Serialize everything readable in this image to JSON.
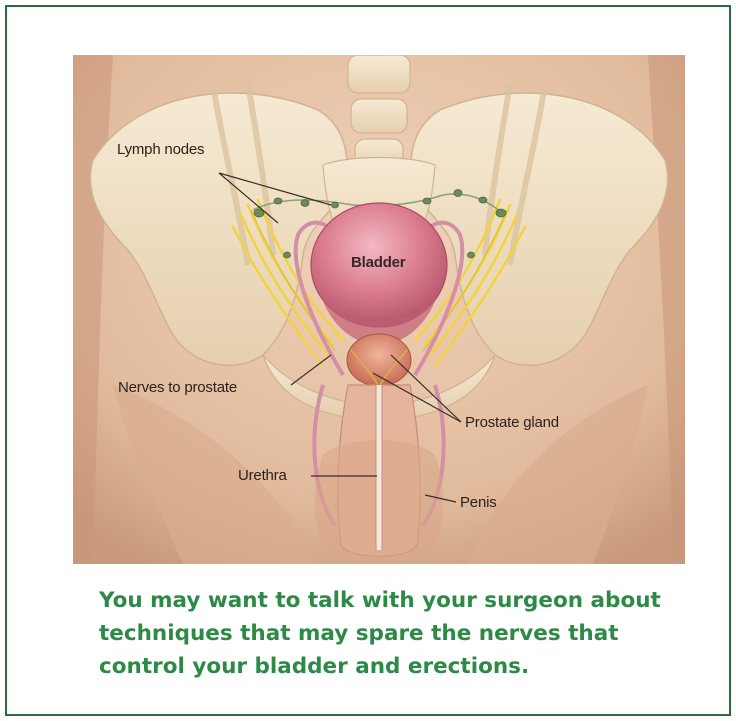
{
  "labels": {
    "lymph_nodes": "Lymph nodes",
    "bladder": "Bladder",
    "nerves_to_prostate": "Nerves to prostate",
    "prostate_gland": "Prostate gland",
    "urethra": "Urethra",
    "penis": "Penis"
  },
  "caption": {
    "line1": "You may want to talk with your surgeon about",
    "line2": "techniques that may spare the nerves that",
    "line3": "control your bladder and erections."
  },
  "colors": {
    "border": "#2d6a3e",
    "caption_text": "#2d8a46",
    "skin": "#e0b99c",
    "bone": "#f3e3c6",
    "bladder": "#d9788c",
    "nerve": "#f2d43a",
    "lymph_node": "#6d8a5a"
  }
}
